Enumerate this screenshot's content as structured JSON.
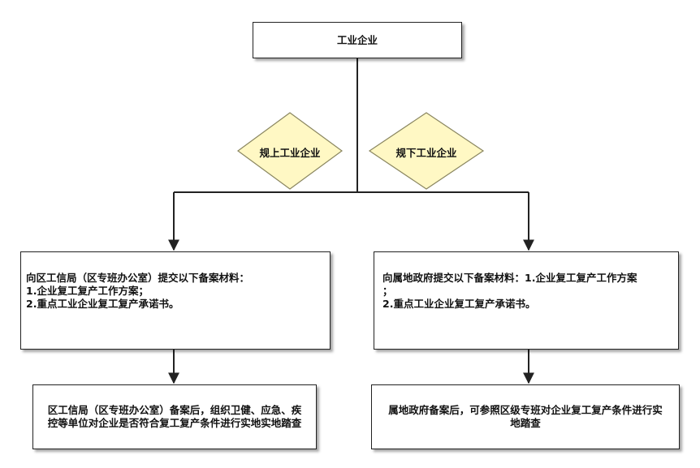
{
  "diagram": {
    "top_node": {
      "label": "工业企业"
    },
    "branches": [
      {
        "condition": "规上工业企业",
        "submit_lines": [
          "向区工信局（区专班办公室）提交以下备案材料：",
          "1.企业复工复产工作方案；",
          "2.重点工业企业复工复产承诺书。"
        ],
        "result_lines": [
          "区工信局（区专班办公室）备案后，组织卫健、应急、疾",
          "控等单位对企业是否符合复工复产条件进行实地实地踏查"
        ]
      },
      {
        "condition": "规下工业企业",
        "submit_lines": [
          "向属地政府提交以下备案材料：1.企业复工复产工作方案",
          "；",
          "2.重点工业企业复工复产承诺书。"
        ],
        "result_lines": [
          "属地政府备案后，可参照区级专班对企业复工复产条件进行实",
          "地踏查"
        ]
      }
    ],
    "colors": {
      "diamond_fill": "#fff8c4",
      "diamond_border": "#8a8660",
      "stroke": "#222222"
    }
  }
}
